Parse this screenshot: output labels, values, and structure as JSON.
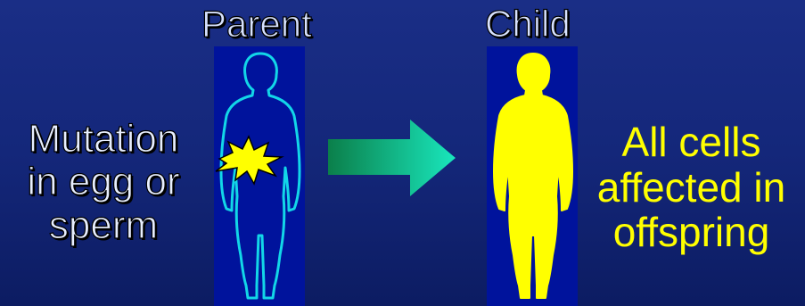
{
  "headings": {
    "parent": "Parent",
    "child": "Child"
  },
  "left_caption": {
    "line1": "Mutation",
    "line2": "in egg or",
    "line3": "sperm"
  },
  "right_caption": {
    "line1": "All cells",
    "line2": "affected in",
    "line3": "offspring"
  },
  "colors": {
    "background": "#14277a",
    "panel": "#00139c",
    "outline": "#12d6e8",
    "child_fill": "#ffff00",
    "starburst": "#ffff00",
    "arrow_start": "#0b7f4a",
    "arrow_end": "#19e7bd"
  },
  "icons": {
    "parent": "person-outline-icon",
    "child": "person-silhouette-icon",
    "mutation": "starburst-icon",
    "transition": "arrow-right-icon"
  }
}
